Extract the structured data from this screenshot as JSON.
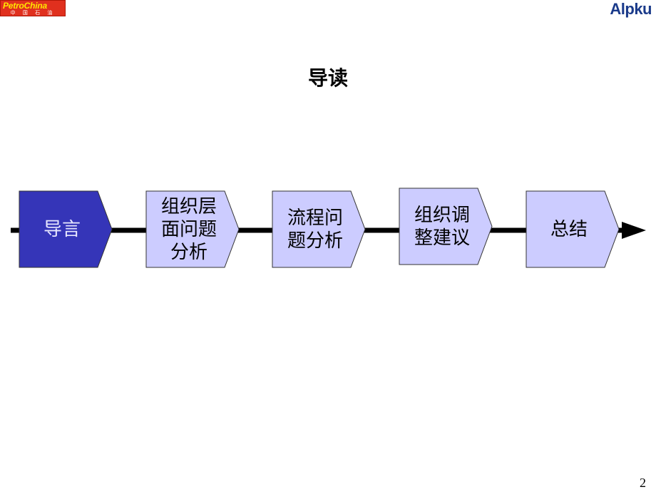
{
  "header": {
    "left_logo": {
      "brand": "PetroChina",
      "sub": "中 国 石 油"
    },
    "right_logo": "Alpku"
  },
  "title": "导读",
  "timeline": {
    "steps": [
      {
        "label": "导言",
        "active": true
      },
      {
        "label": "组织层\n面问题\n分析",
        "active": false
      },
      {
        "label": "流程问\n题分析",
        "active": false
      },
      {
        "label": "组织调\n整建议",
        "active": false
      },
      {
        "label": "总结",
        "active": false
      }
    ]
  },
  "colors": {
    "active_fill": "#3535b8",
    "inactive_fill": "#ccccff",
    "outline": "#333333",
    "line": "#000000"
  },
  "footer": {
    "page_number": "2"
  }
}
